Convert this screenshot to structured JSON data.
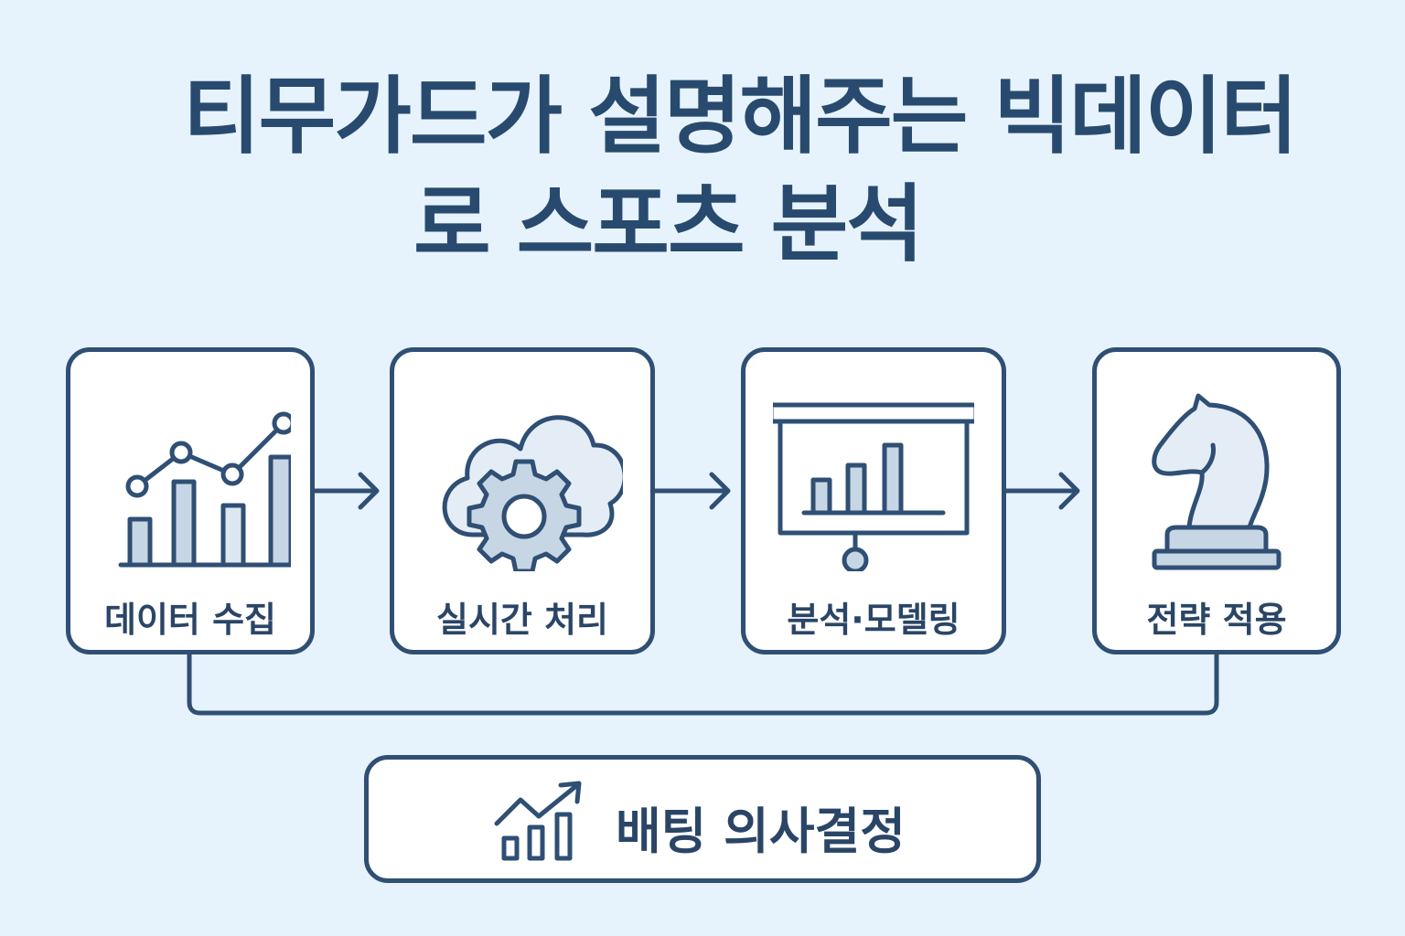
{
  "title": {
    "line1": "티무가드가 설명해주는 빅데이터",
    "line2": "로 스포츠 분석"
  },
  "steps": [
    {
      "label": "데이터 수집",
      "icon": "bar-line-chart-icon"
    },
    {
      "label": "실시간 처리",
      "icon": "cloud-gear-icon"
    },
    {
      "label": "분석·모델링",
      "icon": "presentation-board-icon"
    },
    {
      "label": "전략 적용",
      "icon": "chess-knight-icon"
    }
  ],
  "decision": {
    "label": "배팅 의사결정",
    "icon": "trend-up-chart-icon"
  },
  "colors": {
    "background": "#e7f3fc",
    "stroke": "#2f4f74",
    "title": "#284a6e",
    "fill_light": "#c7d6e4"
  }
}
